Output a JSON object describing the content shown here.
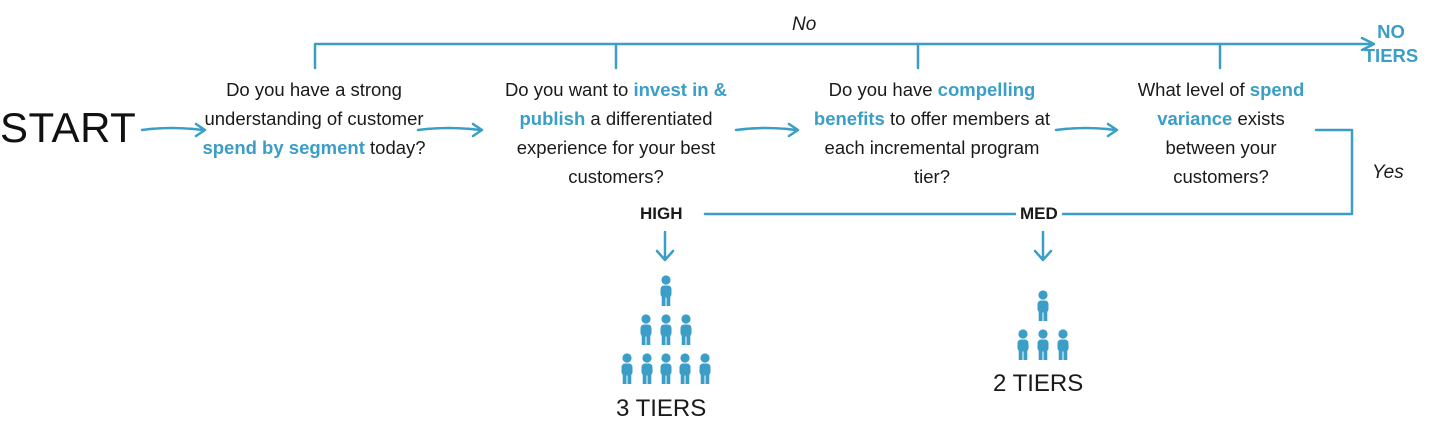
{
  "start_label": "START",
  "questions": [
    {
      "pre": "Do you have a strong understanding of customer ",
      "hl": "spend by segment",
      "post": " today?"
    },
    {
      "pre": "Do you want to ",
      "hl": "invest in & publish",
      "post": " a differentiated experience for your best customers?"
    },
    {
      "pre": "Do you have ",
      "hl": "compelling benefits",
      "post": " to offer members at each incremental program tier?"
    },
    {
      "pre": "What level of ",
      "hl": "spend variance",
      "post": " exists between your customers?"
    }
  ],
  "branch_no": "No",
  "branch_yes": "Yes",
  "outcome_no": {
    "line1": "NO",
    "line2": "TIERS"
  },
  "high": {
    "label": "HIGH",
    "result": "3 TIERS",
    "icon": "three-tier-pyramid"
  },
  "med": {
    "label": "MED",
    "result": "2 TIERS",
    "icon": "two-tier-pyramid"
  },
  "colors": {
    "accent": "#3a9ec7",
    "text": "#1a1a1a"
  }
}
